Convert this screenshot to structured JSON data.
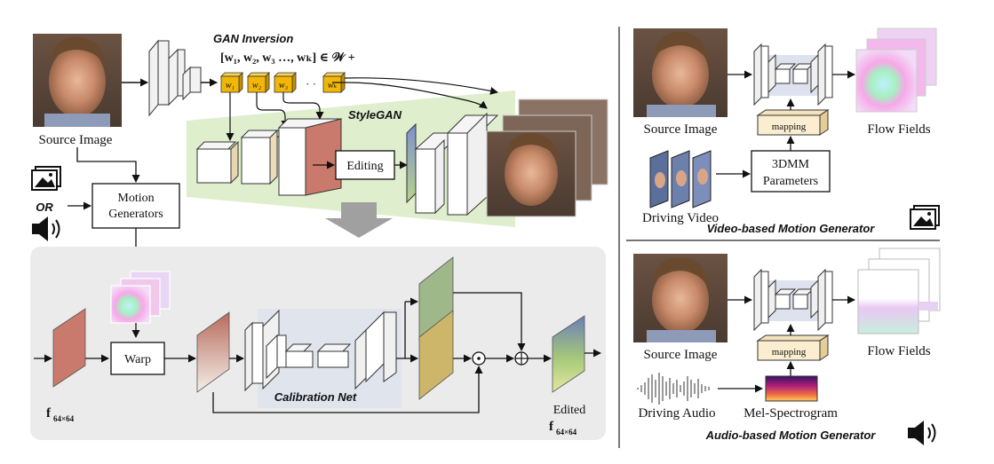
{
  "left": {
    "source_label": "Source Image",
    "gan_inversion_title": "GAN Inversion",
    "w_vector_text": "[w₁, w₂, w₃ …, wₖ] ∈ 𝒲 +",
    "w_chips": [
      "w₁",
      "w₂",
      "w₃",
      "wₖ"
    ],
    "w_dots": "· ·",
    "stylegan_title": "StyleGAN",
    "editing_label": "Editing",
    "or_label": "OR",
    "motion_generators_line1": "Motion",
    "motion_generators_line2": "Generators",
    "warp_label": "Warp",
    "calibration_label": "Calibration Net",
    "f_label": "f",
    "f_subscript": "64×64",
    "edited_label": "Edited",
    "edited_f_label": "f",
    "edited_f_subscript": "64×64",
    "odot_symbol": "⊙",
    "oplus_symbol": "⊕"
  },
  "video_panel": {
    "source_label": "Source Image",
    "mapping_label": "mapping",
    "flow_label": "Flow Fields",
    "params_line1": "3DMM",
    "params_line2": "Parameters",
    "driving_label": "Driving Video",
    "title": "Video-based Motion Generator"
  },
  "audio_panel": {
    "source_label": "Source Image",
    "mapping_label": "mapping",
    "flow_label": "Flow Fields",
    "mel_label": "Mel-Spectrogram",
    "driving_label": "Driving Audio",
    "title": "Audio-based Motion Generator"
  },
  "colors": {
    "latent_chip": "#f2b705",
    "stylegan_bg": "#dfeecd",
    "calibration_bg": "#ebebeb",
    "feature_red": "#c97a6c",
    "feature_green": "#9fb88a",
    "feature_yellow": "#cdb56a",
    "mapping_box": "#fbeed0"
  }
}
